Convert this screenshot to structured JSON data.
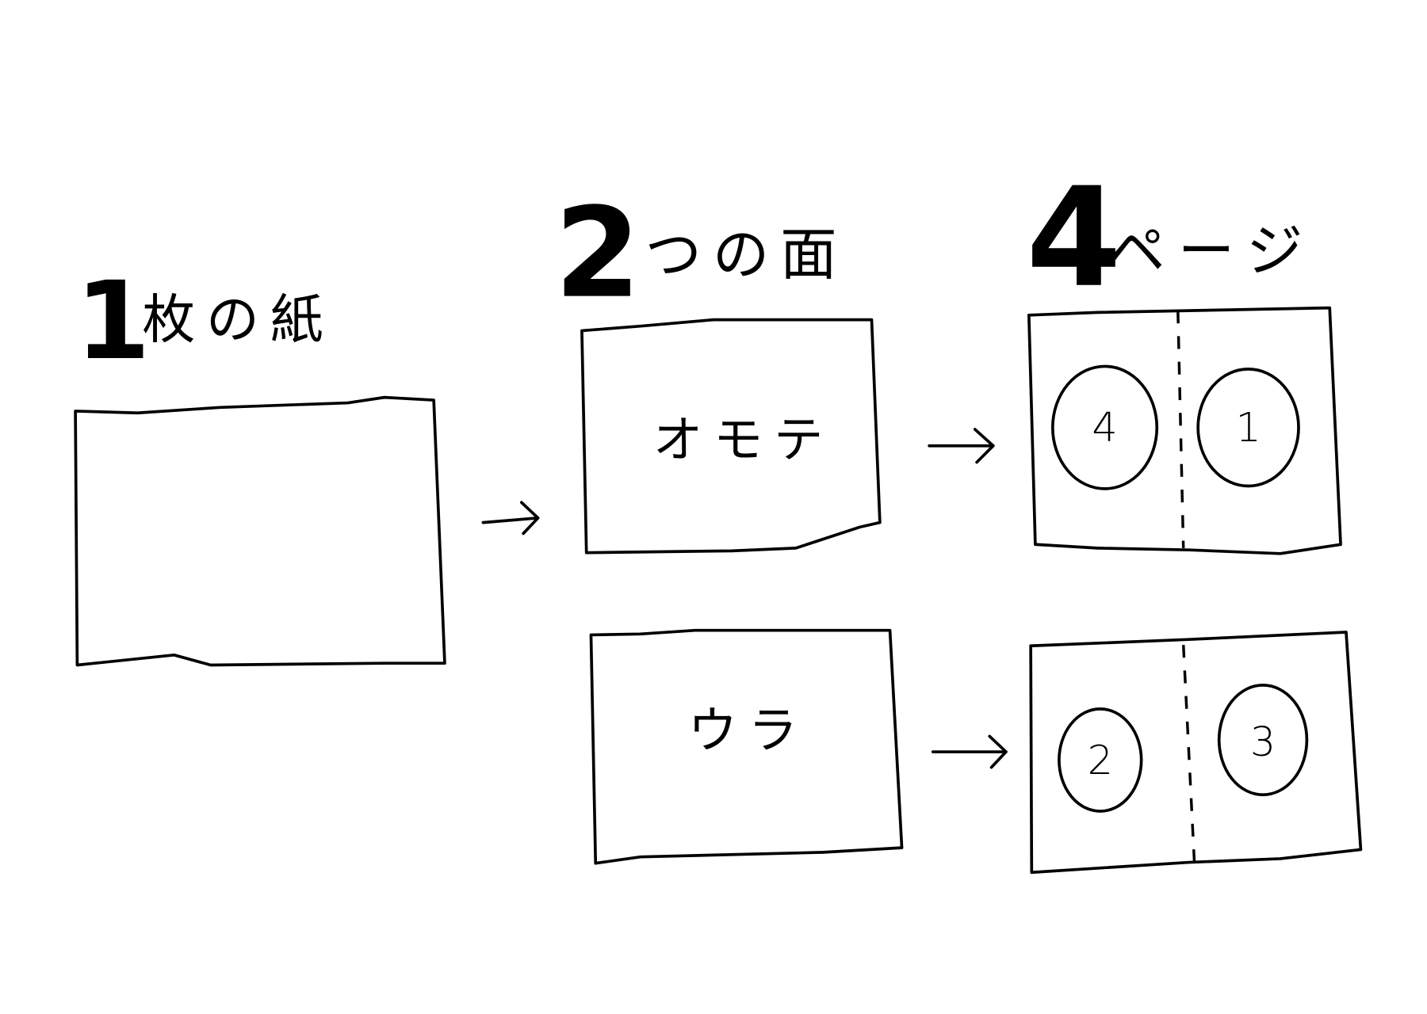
{
  "headings": [
    {
      "number": "1",
      "text": "枚の紙"
    },
    {
      "number": "2",
      "text": "つの面"
    },
    {
      "number": "4",
      "text": "ページ"
    }
  ],
  "sheets": {
    "front_label": "オモテ",
    "back_label": "ウラ"
  },
  "pages": {
    "front": [
      "4",
      "1"
    ],
    "back": [
      "2",
      "3"
    ]
  }
}
